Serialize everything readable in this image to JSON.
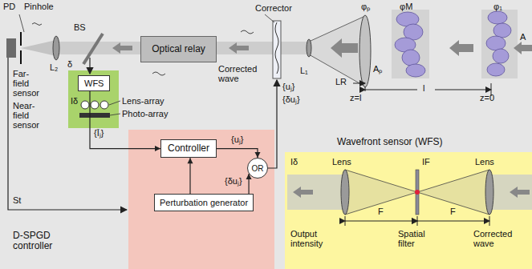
{
  "diagram": {
    "nodes": [
      {
        "text": [
          "D-SPGD controller"
        ]
      },
      {
        "text": [
          "Controller"
        ],
        "in": 0
      },
      {
        "text": [
          "Perturbation generator"
        ],
        "in": 0
      },
      {
        "text": [
          "OR"
        ],
        "in": 0
      },
      {
        "text": [
          "Optical relay"
        ]
      },
      {
        "text": [
          "WFS"
        ]
      },
      {
        "text": [
          "Wavefront sensor (WFS)"
        ]
      }
    ],
    "edges": [
      {
        "from": 2,
        "to": 1,
        "arrow": "to"
      },
      {
        "from": 1,
        "to": 3,
        "arrow": "to",
        "label": "{uⱼ}"
      },
      {
        "from": 2,
        "to": 3,
        "arrow": "to",
        "label": "{δuⱼ}"
      },
      {
        "from": 5,
        "to": 1,
        "arrow": "to",
        "label": "{Īⱼ}"
      }
    ],
    "labels": [
      "PD",
      "Pinhole",
      "BS",
      "δ",
      "L₂",
      "Far-field sensor",
      "Corrected wave",
      "Corrector",
      "{uⱼ}",
      "{δuⱼ}",
      "L₁",
      "LR",
      "Aₚ",
      "φₚ",
      "φM",
      "φ₁",
      "A",
      "z=l",
      "l",
      "z=0",
      "Iδ",
      "Lens-array",
      "Photo-array",
      "Near-field sensor",
      "St",
      "Iδ",
      "Lens",
      "IF",
      "Lens",
      "F",
      "F",
      "Output intensity",
      "Spatial filter",
      "Corrected wave"
    ]
  }
}
